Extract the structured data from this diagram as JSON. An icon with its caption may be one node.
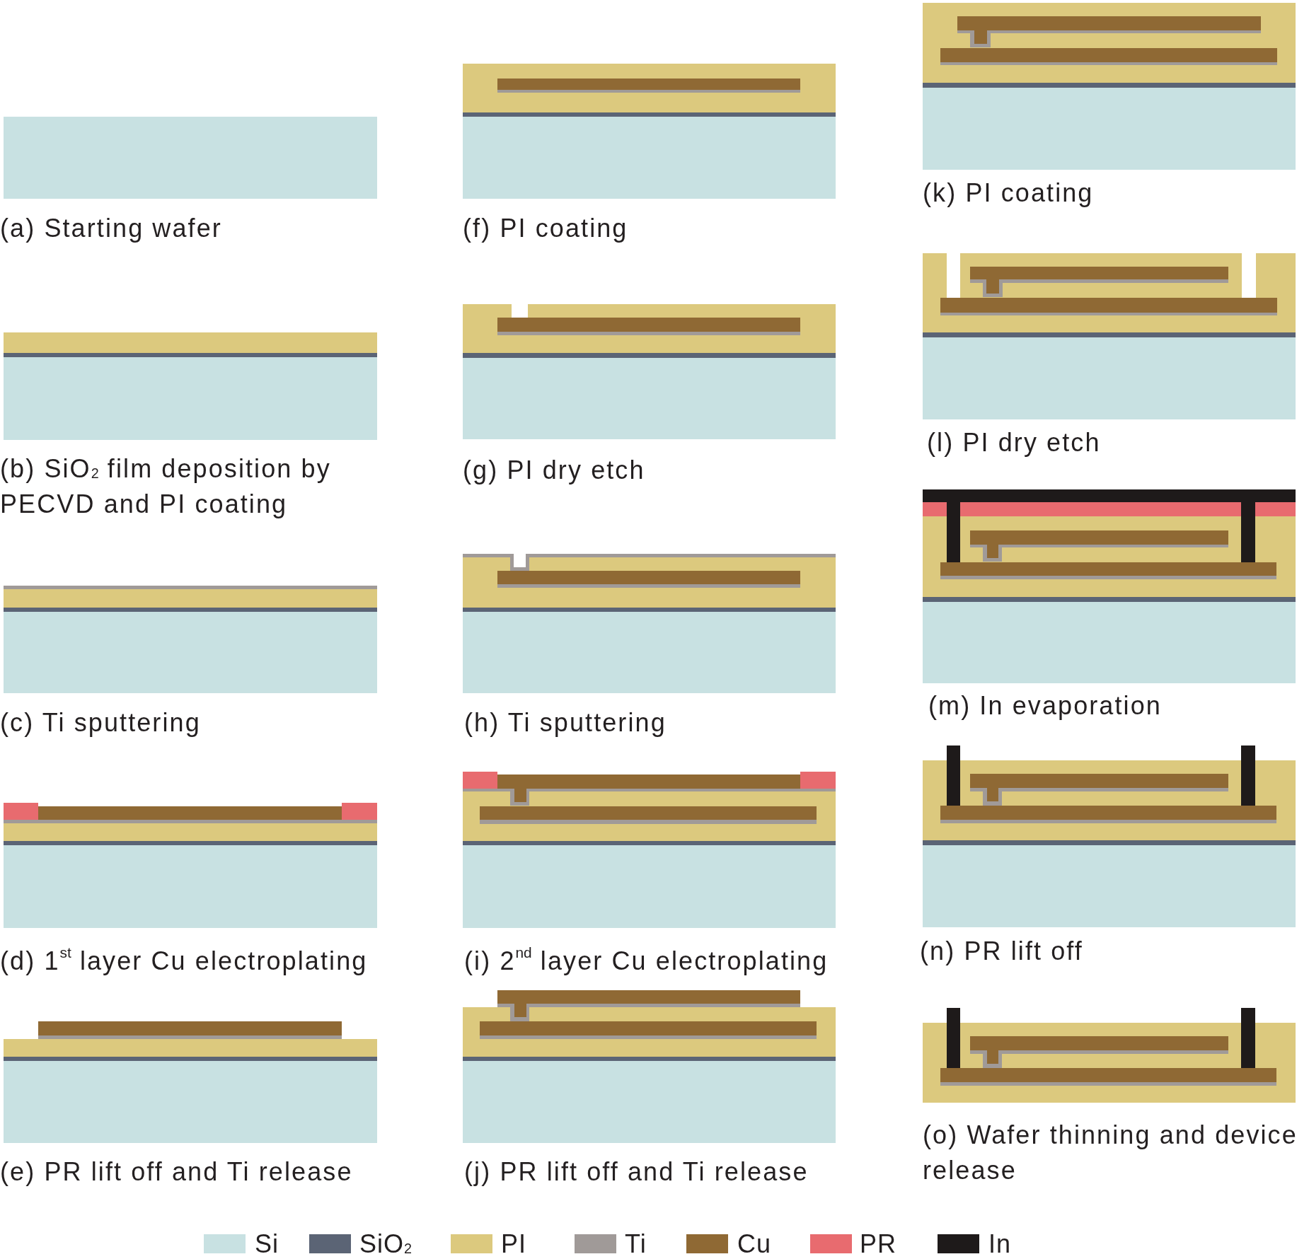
{
  "diagram": {
    "nodes": [
      {
        "text": [
          "(a) Starting wafer"
        ]
      },
      {
        "text": [
          "(b) SiO$_{2}$ film deposition by PECVD and PI coating"
        ]
      },
      {
        "text": [
          "(c) Ti sputtering"
        ]
      },
      {
        "text": [
          "(d) 1$^{st}$ layer Cu electroplating"
        ]
      },
      {
        "text": [
          "(e) PR lift off and Ti release"
        ]
      },
      {
        "text": [
          "(f) PI coating"
        ]
      },
      {
        "text": [
          "(g) PI dry etch"
        ]
      },
      {
        "text": [
          "(h) Ti sputtering"
        ]
      },
      {
        "text": [
          "(i) 2$^{nd}$ layer Cu electroplating"
        ]
      },
      {
        "text": [
          "(j) PR lift off and Ti release"
        ]
      },
      {
        "text": [
          "(k) PI coating"
        ]
      },
      {
        "text": [
          "(l) PI dry etch"
        ]
      },
      {
        "text": [
          "(m) In evaporation"
        ]
      },
      {
        "text": [
          "(n) PR lift off"
        ]
      },
      {
        "text": [
          "(o) Wafer thinning and device release"
        ]
      }
    ],
    "legend": [
      {
        "text": "Si",
        "color": "#c8e1e2"
      },
      {
        "text": "SiO$_{2}$",
        "color": "#5b6475"
      },
      {
        "text": "PI",
        "color": "#dcc97e"
      },
      {
        "text": "Ti",
        "color": "#a09a98"
      },
      {
        "text": "Cu",
        "color": "#8f6934"
      },
      {
        "text": "PR",
        "color": "#e86b6f"
      },
      {
        "text": "In",
        "color": "#1e1a1a"
      }
    ]
  }
}
